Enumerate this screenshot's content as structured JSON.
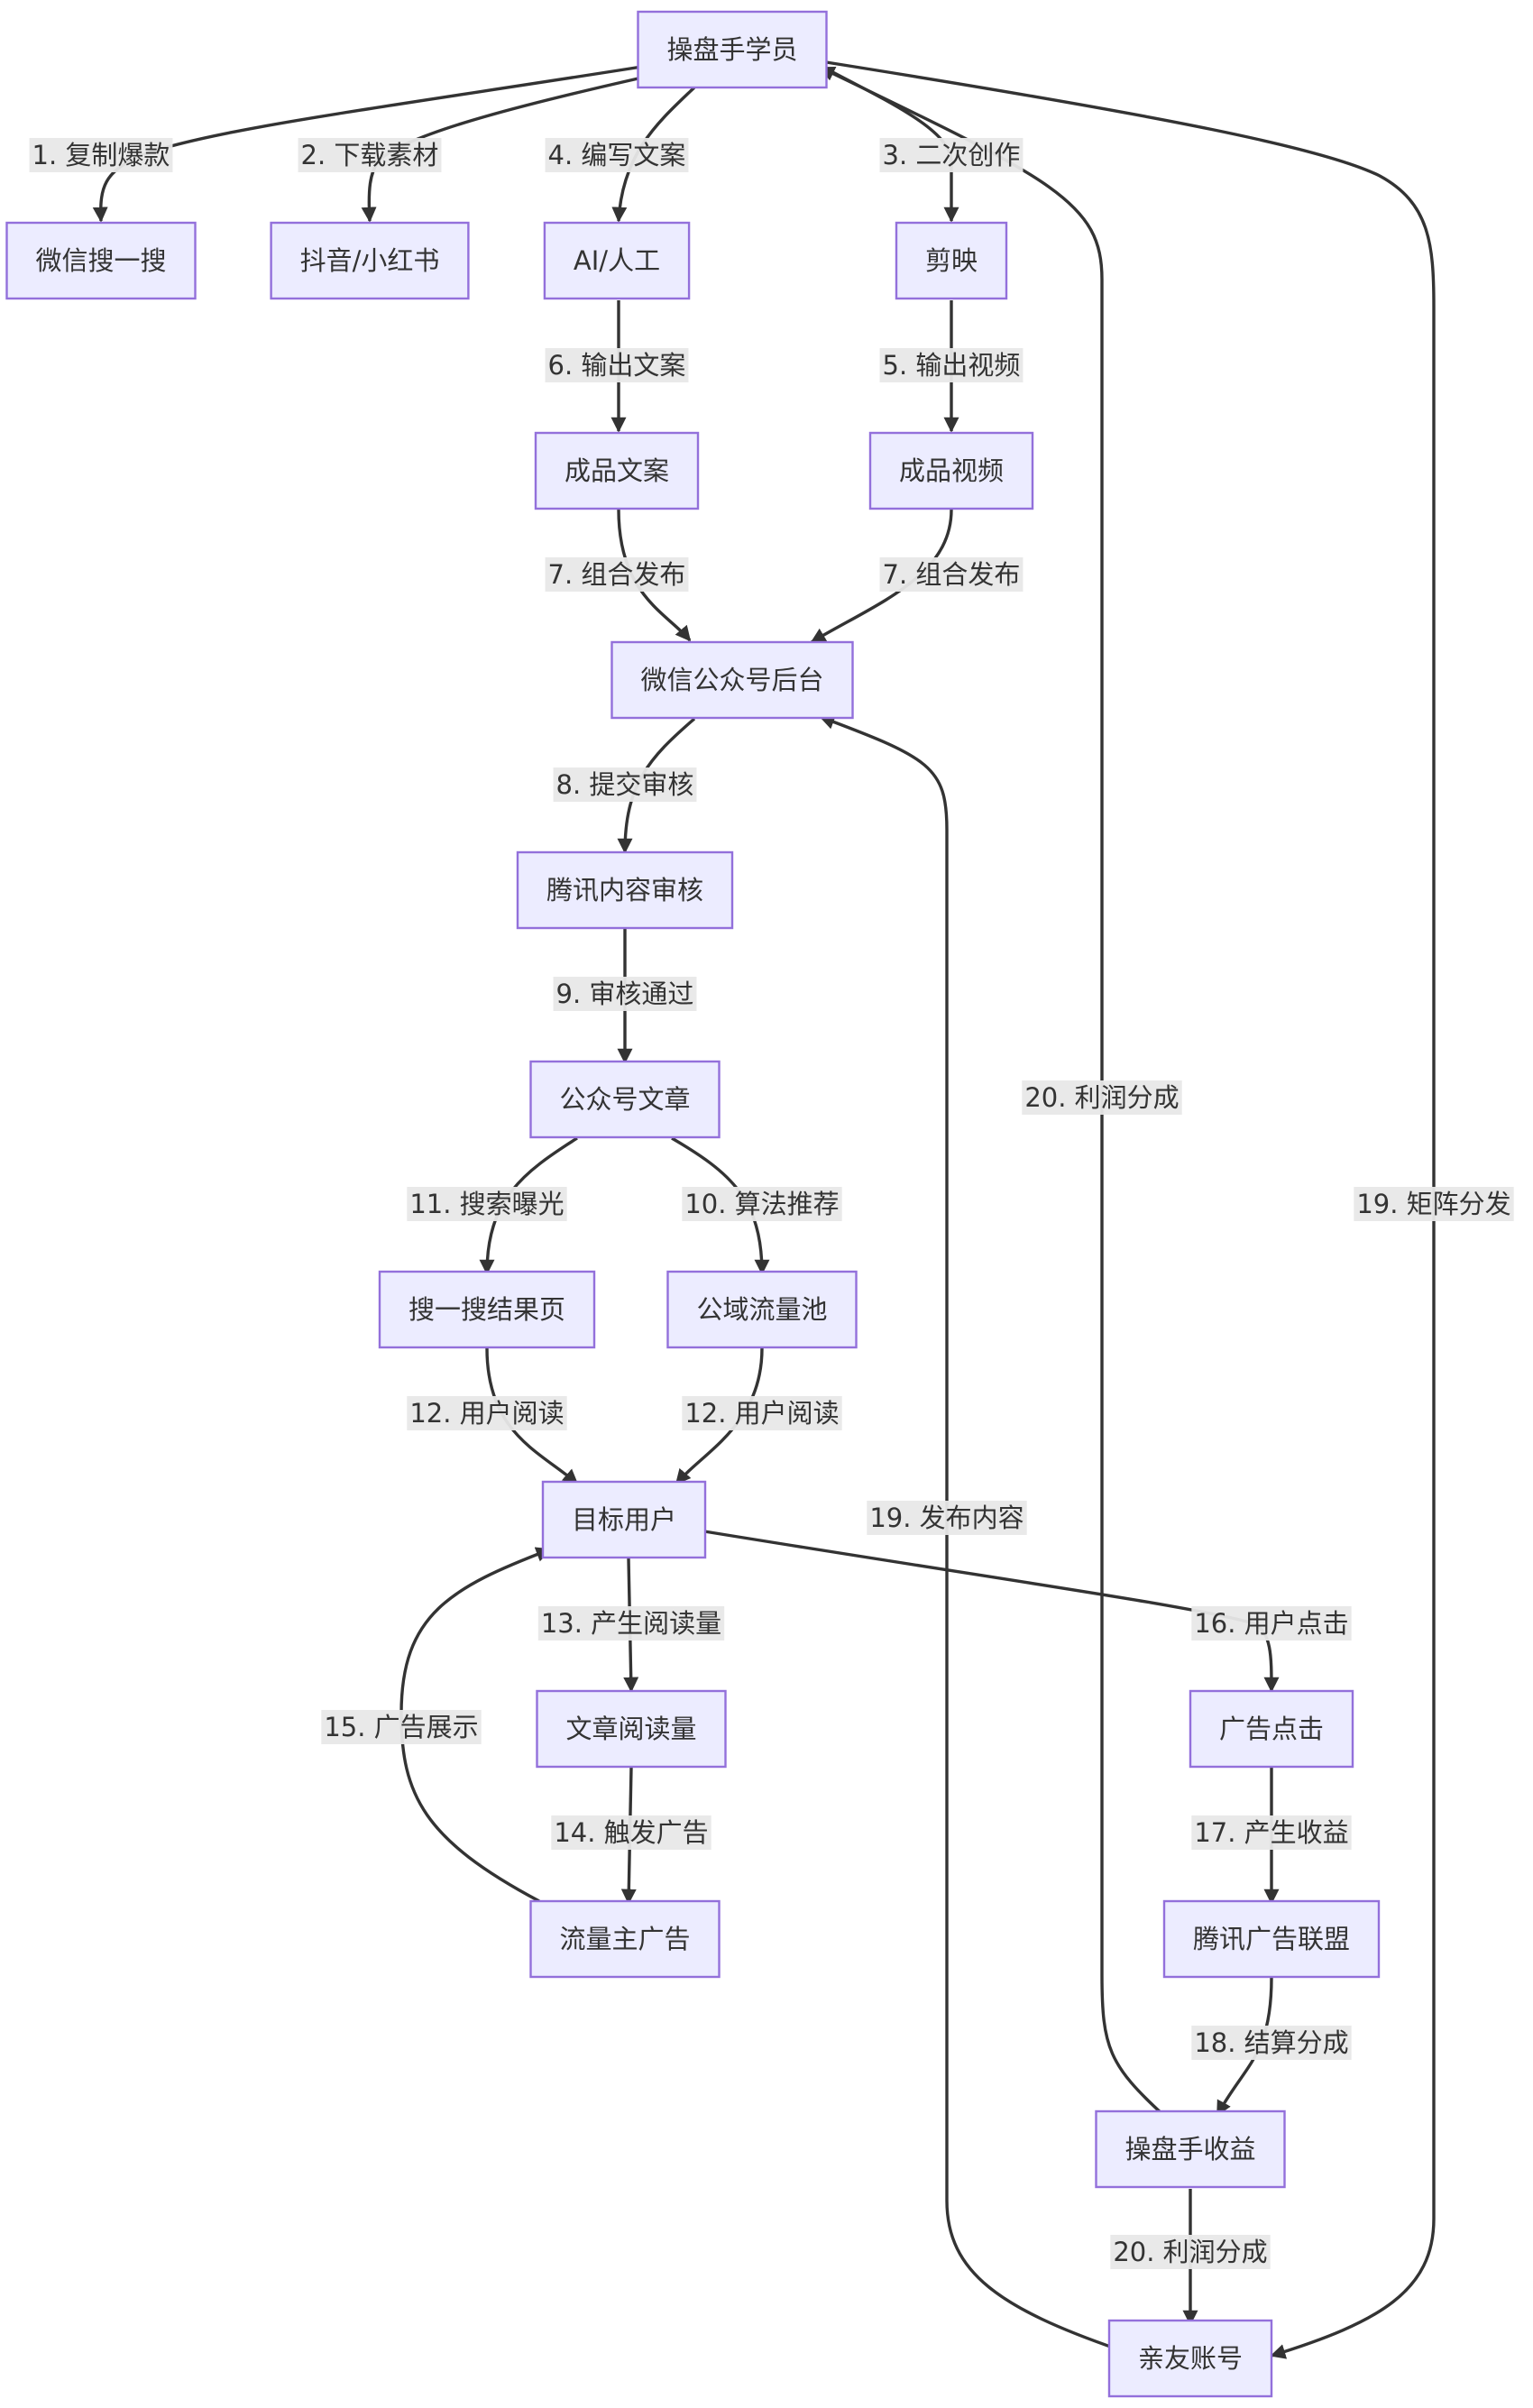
{
  "nodes": {
    "trader": "操盘手学员",
    "wechat_search": "微信搜一搜",
    "douyin": "抖音/小红书",
    "ai": "AI/人工",
    "jianying": "剪映",
    "copy": "成品文案",
    "video": "成品视频",
    "mp_backend": "微信公众号后台",
    "review": "腾讯内容审核",
    "article": "公众号文章",
    "search_results": "搜一搜结果页",
    "traffic_pool": "公域流量池",
    "target_user": "目标用户",
    "read_count": "文章阅读量",
    "ads": "流量主广告",
    "ad_click": "广告点击",
    "ad_alliance": "腾讯广告联盟",
    "trader_income": "操盘手收益",
    "friend_account": "亲友账号"
  },
  "edges": {
    "e1": "1. 复制爆款",
    "e2": "2. 下载素材",
    "e3": "3. 二次创作",
    "e4": "4. 编写文案",
    "e5": "5. 输出视频",
    "e6": "6. 输出文案",
    "e7a": "7. 组合发布",
    "e7b": "7. 组合发布",
    "e8": "8. 提交审核",
    "e9": "9. 审核通过",
    "e10": "10. 算法推荐",
    "e11": "11. 搜索曝光",
    "e12a": "12. 用户阅读",
    "e12b": "12. 用户阅读",
    "e13": "13. 产生阅读量",
    "e14": "14. 触发广告",
    "e15": "15. 广告展示",
    "e16": "16. 用户点击",
    "e17": "17. 产生收益",
    "e18": "18. 结算分成",
    "e19a": "19. 矩阵分发",
    "e19b": "19. 发布内容",
    "e20a": "20. 利润分成",
    "e20b": "20. 利润分成"
  }
}
